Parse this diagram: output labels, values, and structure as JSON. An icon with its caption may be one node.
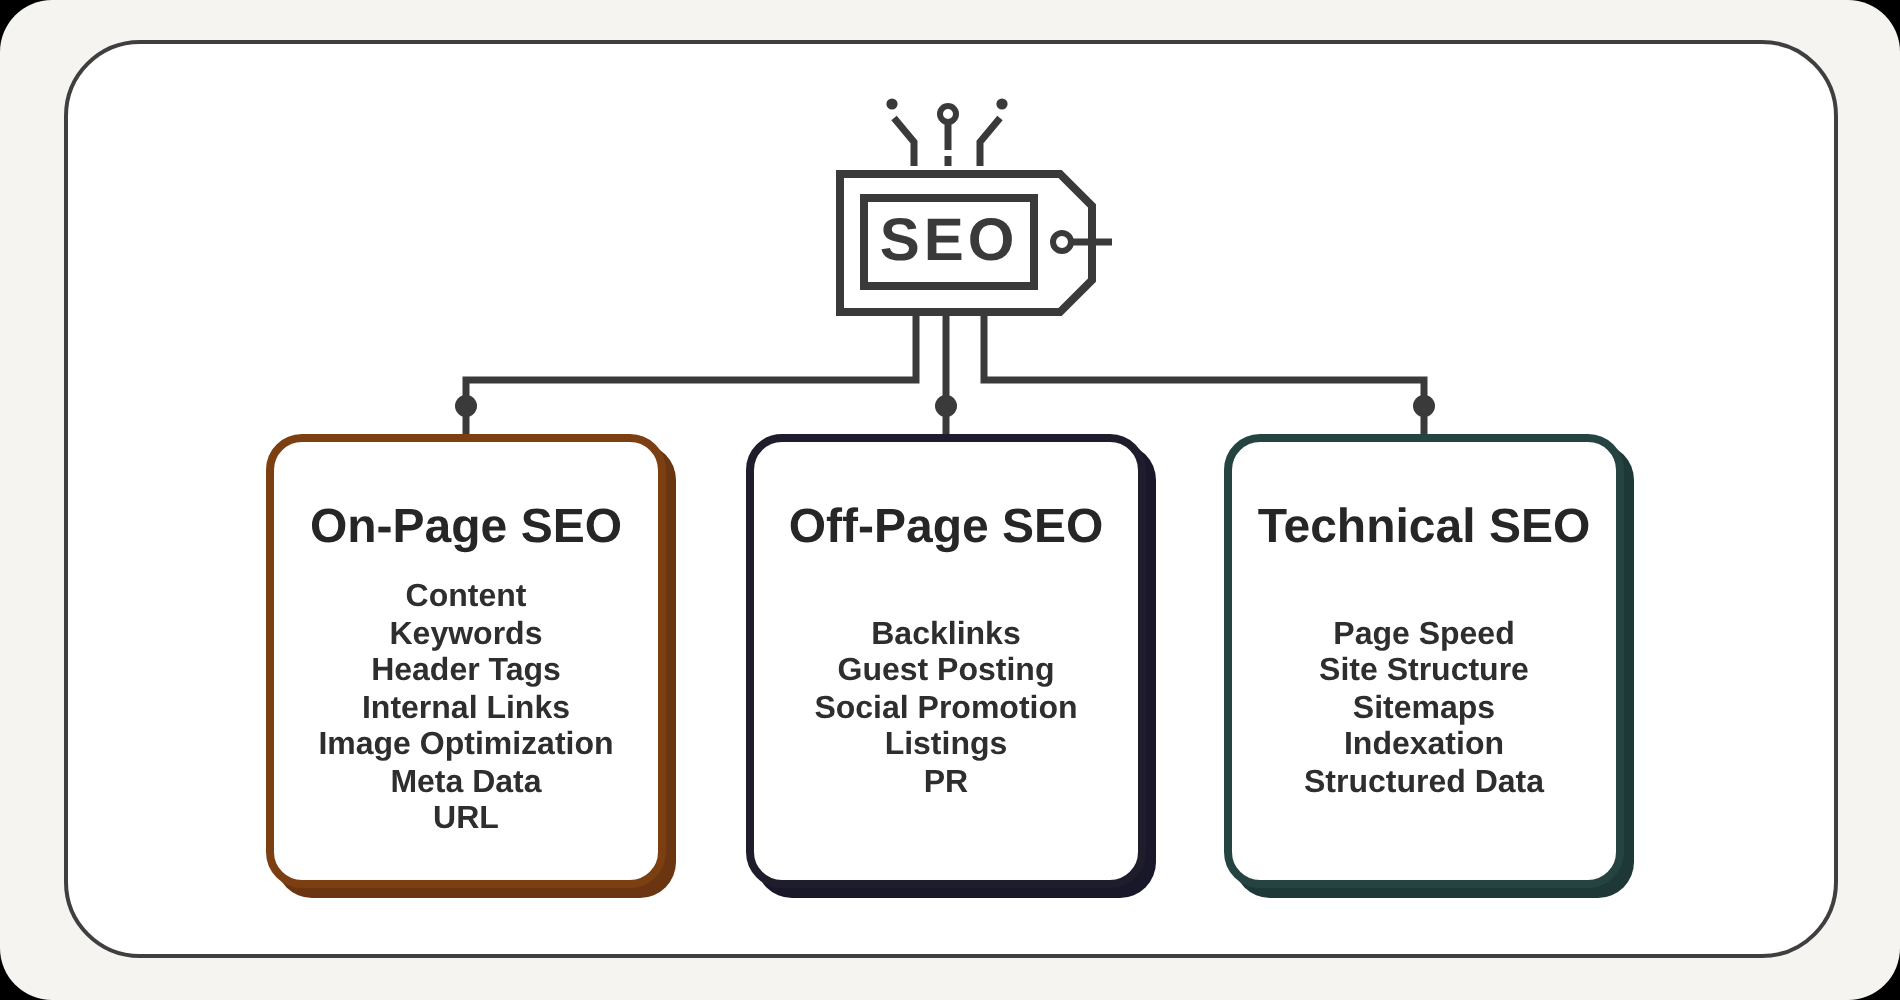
{
  "diagram": {
    "nodes": [
      {
        "text": [
          "SEO"
        ]
      },
      {
        "text": [
          "On-Page SEO",
          "Content",
          "Keywords",
          "Header Tags",
          "Internal Links",
          "Image Optimization",
          "Meta Data",
          "URL"
        ]
      },
      {
        "text": [
          "Off-Page SEO",
          "Backlinks",
          "Guest Posting",
          "Social Promotion",
          "Listings",
          "PR"
        ]
      },
      {
        "text": [
          "Technical SEO",
          "Page Speed",
          "Site Structure",
          "Sitemaps",
          "Indexation",
          "Structured Data"
        ]
      }
    ],
    "edges": [
      {
        "from": 0,
        "to": 1,
        "arrow": "other"
      },
      {
        "from": 0,
        "to": 2,
        "arrow": "other"
      },
      {
        "from": 0,
        "to": 3,
        "arrow": "other"
      }
    ]
  }
}
